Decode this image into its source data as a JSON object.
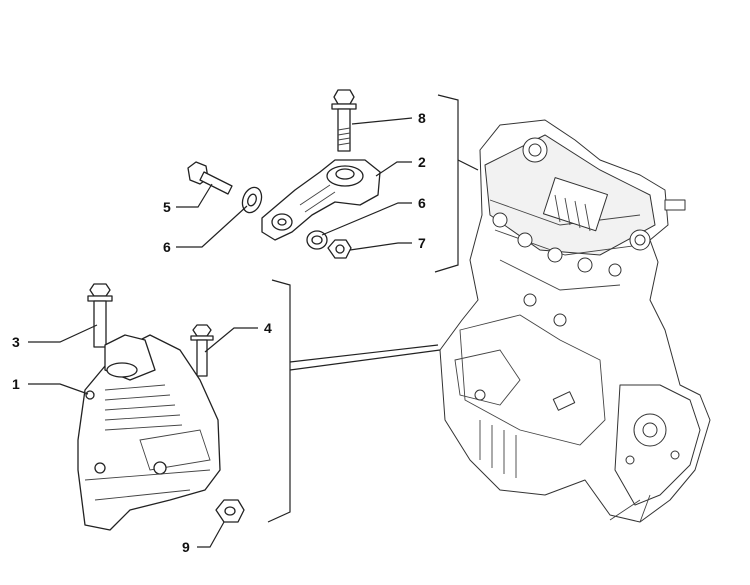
{
  "diagram": {
    "callouts": [
      {
        "id": "c1",
        "label": "1"
      },
      {
        "id": "c2",
        "label": "2"
      },
      {
        "id": "c3",
        "label": "3"
      },
      {
        "id": "c4",
        "label": "4"
      },
      {
        "id": "c5",
        "label": "5"
      },
      {
        "id": "c6a",
        "label": "6"
      },
      {
        "id": "c6b",
        "label": "6"
      },
      {
        "id": "c7",
        "label": "7"
      },
      {
        "id": "c8",
        "label": "8"
      },
      {
        "id": "c9",
        "label": "9"
      }
    ]
  }
}
